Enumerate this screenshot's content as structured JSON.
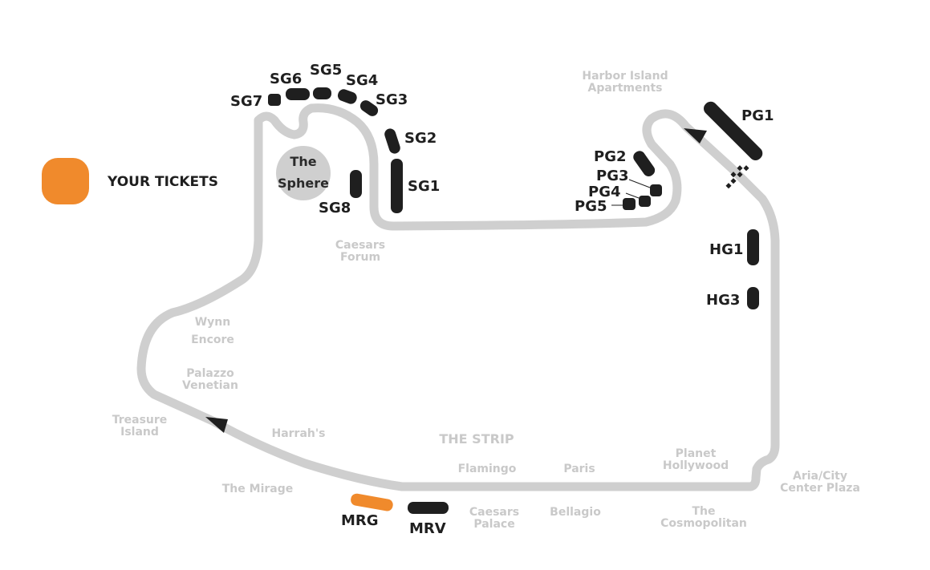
{
  "legend": {
    "label": "YOUR TICKETS",
    "color": "#f08a2c"
  },
  "colors": {
    "track": "#cfcfcf",
    "stand": "#1f1f1f",
    "selected": "#f08a2c",
    "landmark": "#c9c9c9"
  },
  "sphere": {
    "line1": "The",
    "line2": "Sphere"
  },
  "stands": {
    "sg1": "SG1",
    "sg2": "SG2",
    "sg3": "SG3",
    "sg4": "SG4",
    "sg5": "SG5",
    "sg6": "SG6",
    "sg7": "SG7",
    "sg8": "SG8",
    "pg1": "PG1",
    "pg2": "PG2",
    "pg3": "PG3",
    "pg4": "PG4",
    "pg5": "PG5",
    "hg1": "HG1",
    "hg3": "HG3",
    "mrg": "MRG",
    "mrv": "MRV"
  },
  "selected_stand": "MRG",
  "landmarks": {
    "harbor_island_1": "Harbor Island",
    "harbor_island_2": "Apartments",
    "caesars_forum_1": "Caesars",
    "caesars_forum_2": "Forum",
    "wynn": "Wynn",
    "encore": "Encore",
    "palazzo": "Palazzo",
    "venetian": "Venetian",
    "treasure_island_1": "Treasure",
    "treasure_island_2": "Island",
    "harrahs": "Harrah's",
    "the_strip": "THE STRIP",
    "the_mirage": "The Mirage",
    "flamingo": "Flamingo",
    "paris": "Paris",
    "planet_hollywood_1": "Planet",
    "planet_hollywood_2": "Hollywood",
    "aria_1": "Aria/City",
    "aria_2": "Center Plaza",
    "caesars_palace_1": "Caesars",
    "caesars_palace_2": "Palace",
    "bellagio": "Bellagio",
    "cosmopolitan_1": "The",
    "cosmopolitan_2": "Cosmopolitan"
  },
  "icons": {
    "direction": "direction-arrow-icon",
    "start_finish": "checkered-flag-icon"
  }
}
